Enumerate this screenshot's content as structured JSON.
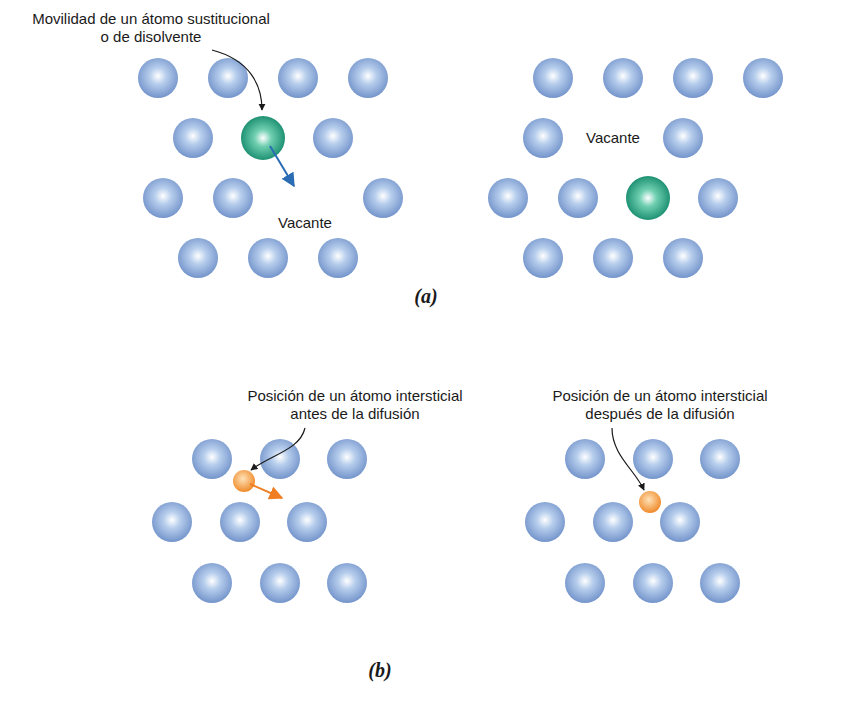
{
  "diagram": {
    "labels": [
      "Movilidad de un átomo sustitucional o de disolvente",
      "Vacante",
      "Vacante",
      "(a)",
      "Posición de un átomo intersticial antes de la difusión",
      "Posición de un átomo intersticial después de la difusión",
      "(b)"
    ]
  }
}
